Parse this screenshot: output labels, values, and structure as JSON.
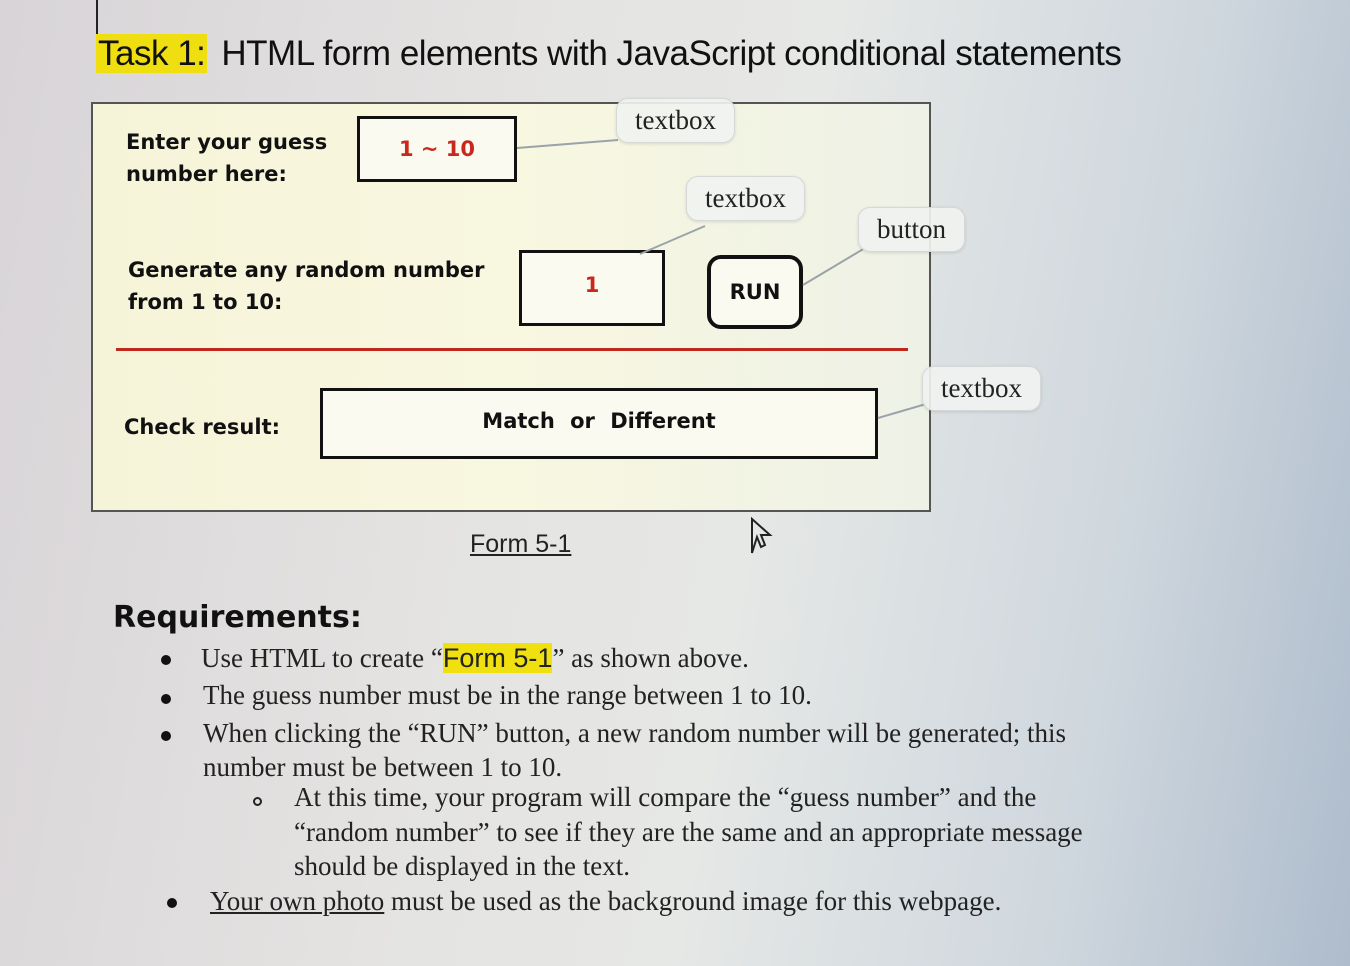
{
  "title": {
    "task_label": "Task 1:",
    "text": "HTML form elements with JavaScript conditional statements"
  },
  "form": {
    "guess_label_line1": "Enter your guess",
    "guess_label_line2": "number here:",
    "guess_value": "1 ~ 10",
    "random_label_line1": "Generate any random number",
    "random_label_line2": "from 1 to 10:",
    "random_value": "1",
    "run_label": "RUN",
    "result_label": "Check result:",
    "result_value": "Match or Different",
    "accent_color": "#c0281e"
  },
  "callouts": {
    "guess": "textbox",
    "random": "textbox",
    "run": "button",
    "result": "textbox"
  },
  "caption": "Form 5-1",
  "requirements": {
    "heading": "Requirements:",
    "item1_before": "Use HTML to create “",
    "item1_highlight": "Form 5-1",
    "item1_after": "” as shown above.",
    "item2": "The guess number must be in the range between 1 to 10.",
    "item3_line1": "When clicking the “RUN” button, a new random number will be generated; this",
    "item3_line2": "number must be between 1 to 10.",
    "sub_line1": "At this time, your program will compare the “guess number” and the",
    "sub_line2": "“random number” to see if they are the same and an appropriate message",
    "sub_line3": "should be displayed in the text.",
    "item4_underlined": "Your own photo",
    "item4_rest": " must be used as the background image for this webpage.",
    "highlight_color": "#f0e010"
  },
  "icons": {
    "cursor": "mouse-pointer-icon"
  }
}
